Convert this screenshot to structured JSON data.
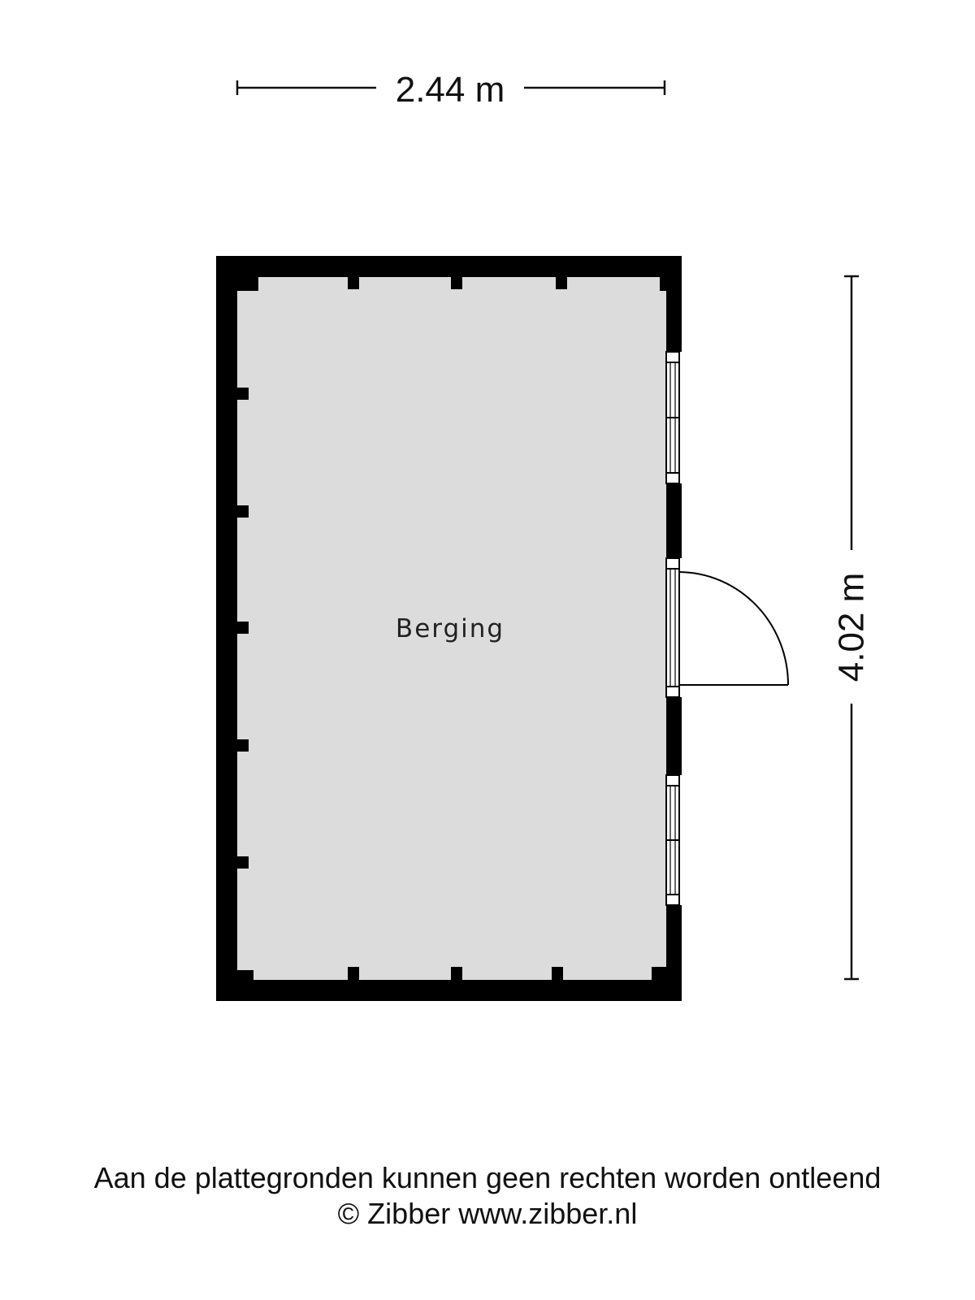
{
  "dimensions": {
    "width_label": "2.44 m",
    "depth_label": "4.02 m"
  },
  "room": {
    "name": "Berging"
  },
  "footer": {
    "disclaimer": "Aan de plattegronden kunnen geen rechten worden ontleend",
    "copyright": "© Zibber www.zibber.nl"
  },
  "colors": {
    "wall": "#000000",
    "floor": "#dcdcdc",
    "text": "#111111"
  }
}
